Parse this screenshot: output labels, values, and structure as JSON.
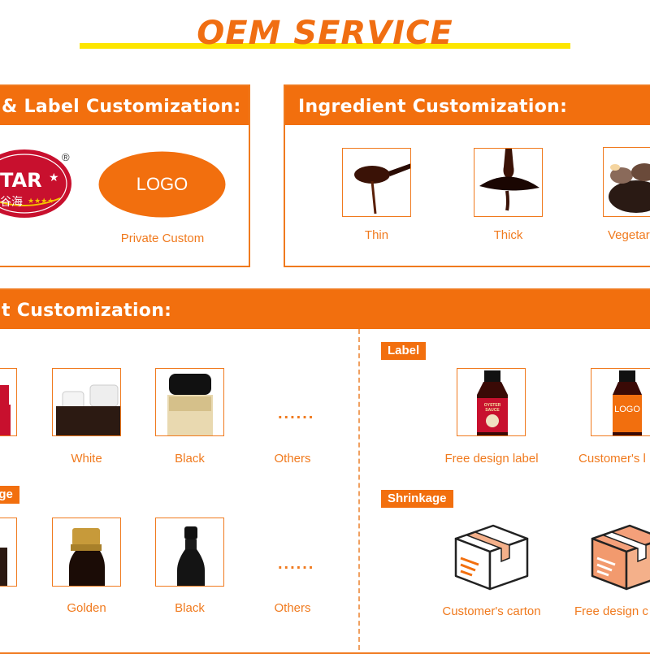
{
  "header": {
    "title": "OEM SERVICE"
  },
  "brand_panel": {
    "title": "& Label Customization:",
    "brand_logo_text": "TAR",
    "brand_logo_cn": "谷海",
    "registered_mark": "®",
    "logo_text": "LOGO",
    "logo_caption": "Private Custom"
  },
  "ingredient_panel": {
    "title": "Ingredient Customization:",
    "items": [
      {
        "label": "Thin"
      },
      {
        "label": "Thick"
      },
      {
        "label": "Vegetar"
      }
    ]
  },
  "packaging_panel": {
    "title": "t Customization:",
    "cap_row": [
      {
        "label": "White"
      },
      {
        "label": "Black"
      },
      {
        "label": "Others"
      }
    ],
    "cap_dots": "......",
    "bottle_tag": "age",
    "bottle_row": [
      {
        "label": "Golden"
      },
      {
        "label": "Black"
      },
      {
        "label": "Others"
      }
    ],
    "bottle_dots": "......",
    "label_tag": "Label",
    "label_items": [
      {
        "label": "Free design label",
        "bottle_text": "OYSTER SAUCE"
      },
      {
        "label": "Customer's l",
        "bottle_text": "LOGO"
      }
    ],
    "shrink_tag": "Shrinkage",
    "shrink_items": [
      {
        "label": "Customer's carton"
      },
      {
        "label": "Free design c"
      }
    ]
  },
  "colors": {
    "accent": "#f26f0e",
    "title": "#f06e12",
    "underline": "#fde600"
  }
}
